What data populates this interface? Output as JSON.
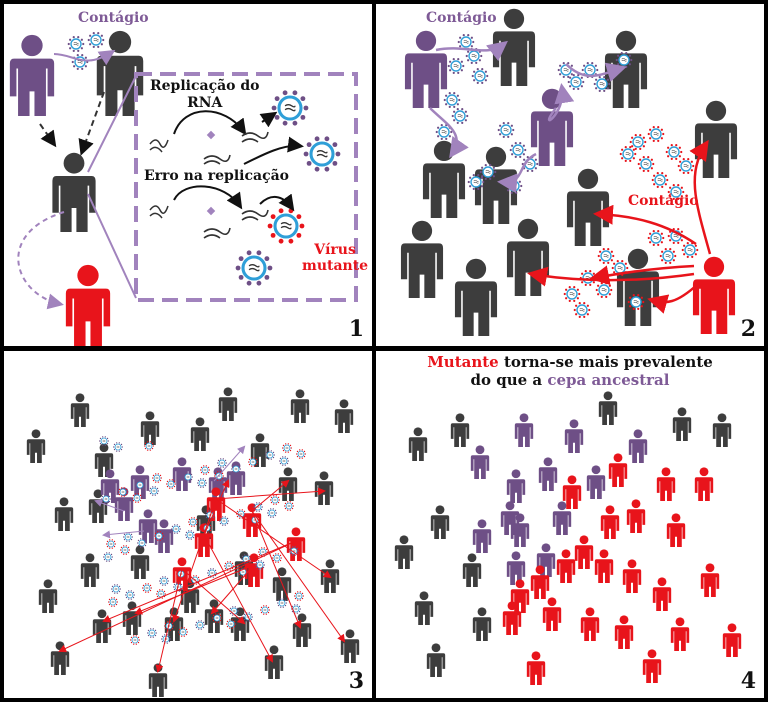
{
  "colors": {
    "purple": "#6e4f86",
    "purple_light": "#a183bd",
    "gray": "#3d3d3d",
    "red": "#e8141b",
    "virus_ring": "#2f9fd8"
  },
  "panel1": {
    "number": "1",
    "contagion": "Contágio",
    "replication_line1": "Replicação do",
    "replication_line2": "RNA",
    "error": "Erro na replicação",
    "mutant_line1": "Vírus",
    "mutant_line2": "mutante"
  },
  "panel2": {
    "number": "2",
    "contagion_purple": "Contágio",
    "contagion_red": "Contágio"
  },
  "panel3": {
    "number": "3"
  },
  "panel4": {
    "number": "4",
    "title_red": "Mutante",
    "title_rest1": " torna-se mais prevalente",
    "title_line2_start": "do que a ",
    "title_purple": "cepa ancestral"
  }
}
